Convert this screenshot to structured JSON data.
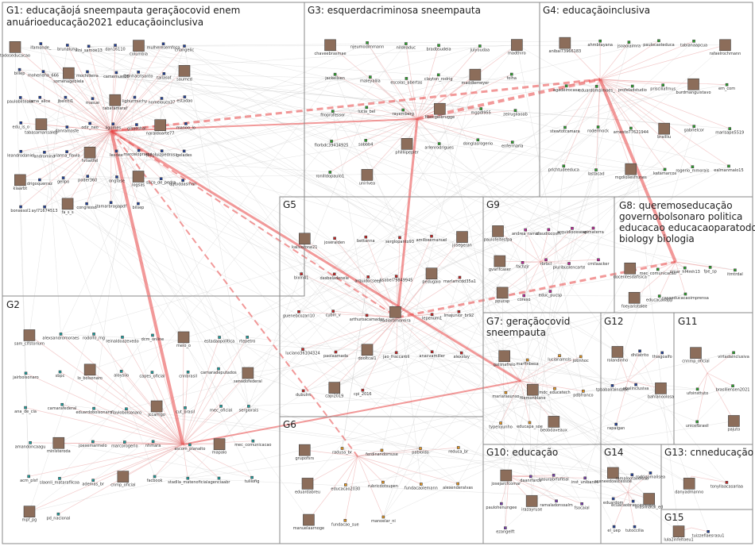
{
  "groups": [
    {
      "id": "G1",
      "title": "G1: educaçãojá sneempauta geraçãocovid enem anuárioeducação2021 educaçãoinclusiva"
    },
    {
      "id": "G2",
      "title": "G2"
    },
    {
      "id": "G3",
      "title": "G3: esquerdacriminosa sneempauta"
    },
    {
      "id": "G4",
      "title": "G4: educaçãoinclusiva"
    },
    {
      "id": "G5",
      "title": "G5"
    },
    {
      "id": "G6",
      "title": "G6"
    },
    {
      "id": "G7",
      "title": "G7: geraçãocovid sneempauta"
    },
    {
      "id": "G8",
      "title": "G8: queremoseducação governobolsonaro politica educacao educacaoparatodos biology biologia"
    },
    {
      "id": "G9",
      "title": "G9"
    },
    {
      "id": "G10",
      "title": "G10: educação"
    },
    {
      "id": "G11",
      "title": "G11"
    },
    {
      "id": "G12",
      "title": "G12"
    },
    {
      "id": "G13",
      "title": "G13: cnneducação"
    },
    {
      "id": "G14",
      "title": "G14"
    },
    {
      "id": "G15",
      "title": "G15"
    }
  ],
  "nodes": {
    "G1": [
      "todoseducacao",
      "ifamonde_",
      "brunaluna",
      "vini_samoe13",
      "dan16110",
      "columbia",
      "mulheresemfoco",
      "criangelic",
      "billep",
      "moheridha_666",
      "somenagebiela",
      "mochilleira",
      "camemuel25",
      "livinhacrisanto",
      "tallasof",
      "saumcd",
      "paulobliteaux",
      "isma_alice",
      "jbelchi1",
      "rnasue",
      "tabatamaraf",
      "lighurmuchy",
      "nomelouco37",
      "estadao",
      "edu_is_o",
      "tabasamarisalep",
      "danramosfe",
      "odir_neo",
      "ligomes",
      "gisaoshal",
      "naraldoarte77",
      "manoo_lo",
      "leandrodaniel",
      "andromina",
      "vianna_flavia",
      "hrisetfel",
      "lexdee",
      "marcelopraqui_",
      "joaoluizpedrosa",
      "gelades",
      "kiaarbt",
      "drigoquerraz",
      "gellpo",
      "poder360",
      "ongfase",
      "logsas",
      "suco_de_pedra",
      "qqtoddasman",
      "bonsesol1",
      "ayl71674513",
      "fa_s_s",
      "congresso",
      "itamarbragapdf",
      "bilsep"
    ],
    "G2": [
      "sam_clfstorium",
      "alexsandromoraes",
      "rodolfo_mg",
      "reinaldoazevedo",
      "dcm_online",
      "meio_o",
      "estadaopolitica",
      "rtepetro",
      "jairbolsonaro",
      "sbpc",
      "lo_bolsonaro",
      "aloysiio",
      "capes_oficial",
      "cnnbrasil",
      "camaradeputados",
      "senadofederal",
      "ana_de_cia",
      "camarafederal",
      "eduardobolsonaro",
      "flaviobolsonaro",
      "jccarrigo",
      "cut_brasil",
      "mec_oficial",
      "sergiorais",
      "amandoncaagu",
      "minlsteroda",
      "joesemarmelo",
      "marcorogerio",
      "nhmara",
      "ascom_planalto",
      "mapalo",
      "mec_comunicacao",
      "acm_plsf",
      "slaonli_matarafilcoa",
      "ademas_br",
      "cnmp_oficial",
      "facbook",
      "stadlla_matenoficial",
      "agenciaabr",
      "tuliiofig",
      "mpf_pg",
      "pd_nacional"
    ],
    "G3": [
      "chaveebrasmae",
      "njeumodimmann",
      "nildeaduc",
      "bradbsudeia",
      "julyoudaa",
      "madthiro",
      "jackellsen",
      "maleyaliia",
      "escolas_abertas",
      "clayton_rodrig",
      "maddlemeyer",
      "folha",
      "filoprofessor",
      "lucia_bel",
      "rayemberg",
      "fibocgelbrugge",
      "mgpdl955",
      "zeirugilaoab",
      "florbdc39414925",
      "sobbb4",
      "philliipepler",
      "arlenrodrigues",
      "donglasrogerio",
      "enfermaria",
      "ronilldopaulo1",
      "unirlvea"
    ],
    "G4": [
      "anibal73966183",
      "ahmbtayana",
      "jsoaoiaimra",
      "paulocasteduca",
      "tabianaapcua",
      "rafaelrochmann",
      "agadeirocasa",
      "eduardomslmoes_",
      "profeladstudio",
      "priscillafrnus",
      "burdmanguistavo",
      "em_com",
      "stewtotcamara",
      "rodermock",
      "arnesto77621944",
      "brailliu",
      "gabrielcor",
      "marisape5519",
      "prlchtudeeduca",
      "lastacad",
      "mgdioliesfrunes",
      "katamarcos",
      "rogerio_mmorais",
      "ealmanmalo15"
    ],
    "G5": [
      "kaliverone21",
      "joseraiden",
      "bettanna",
      "serglopanto93",
      "amilbeemanuel",
      "josegeran",
      "bixin41",
      "dasbeladenele",
      "arquidocseep",
      "lisabel79849945",
      "pedugaio",
      "marlamcdd35a1",
      "guenebcozari10",
      "cubin_v",
      "arthuroacamador",
      "nadiarbmoreira",
      "lepenum1",
      "lmajunior_br92",
      "luciano36104324",
      "paolaamada",
      "dooltcal1",
      "jao_fraccaroli",
      "anacvarniller",
      "alexslay",
      "dubulnt",
      "capi2019",
      "cpi_2016"
    ],
    "G6": [
      "grupofsrs",
      "radusa_br",
      "ferdinandomuse",
      "pabloldo",
      "reduca_br",
      "eduardabreu",
      "educacao2030",
      "rubricdotsupen",
      "fundacaolemann",
      "alexenderalvas",
      "manuelaarnoge",
      "fundacao_sue",
      "manoelar_ni"
    ],
    "G7": [
      "galiinafreio",
      "marfinbesa",
      "lucianamsls",
      "jotinhoc",
      "mariarasunso",
      "filemonblane",
      "mdc_educatech",
      "pdbfranco",
      "typelojunho",
      "educapa_soe",
      "beobdaveaux"
    ],
    "G8": [
      "docentesdafisica",
      "mec_comunicacao",
      "omar_hf4mh13",
      "fpe_sp",
      "itmtrdal",
      "foeyaristalee",
      "educacaoapp",
      "casaeducacaoimprensa"
    ],
    "G9": [
      "paulofeltesfpa",
      "andrea_ramal",
      "claudiocosfn",
      "arquidiocesesp",
      "arimaterra",
      "gvarlfcaser",
      "fachzjr",
      "rbrbcl",
      "pluribuslencarte",
      "cmilaacker",
      "ppucsp",
      "coreso",
      "educ_pucsp"
    ],
    "G10": [
      "josejarcfcomar",
      "daanrfarca",
      "nasurabrfofitial",
      "inst_unibanco",
      "paulohenungee",
      "irazayruse",
      "ramaladonssalm",
      "fsocaial",
      "ezangelft"
    ],
    "G11": [
      "cnnmp_oficial",
      "virtadainclusiva",
      "ufoinsttuto",
      "brasiliensen2021",
      "unicefbrasil",
      "pajuto"
    ],
    "G12": [
      "rolandinho",
      "dhilatrito",
      "thiagoalfo",
      "tpbabalraindade",
      "ebalinclusiva",
      "bahlanoolosa",
      "rapaigan"
    ],
    "G13": [
      "danyadmanno",
      "tonyllaacasarlaa"
    ],
    "G14": [
      "acaneedoascessoe",
      "ramaloofavelosa",
      "rodrigomalisea",
      "eduardom",
      "ecuacaobrancasreaba",
      "brasilnatal_ed",
      "el_uep",
      "tutoccilia"
    ],
    "G15": [
      "lula2infeltoeu1",
      "tuizzeflaesrasu1"
    ]
  },
  "colors": {
    "background": "#ffffff",
    "frame": "#8a8a8a",
    "edge_light": "#c8c8c8",
    "edge_strong": "#e84545",
    "node_blue": "#1f3f9b",
    "node_green": "#2aa52a",
    "node_red": "#cc2020",
    "node_orange": "#e7961e",
    "node_magenta": "#c0209a",
    "node_teal": "#1aa0a0",
    "node_purple": "#7a3fb0"
  }
}
